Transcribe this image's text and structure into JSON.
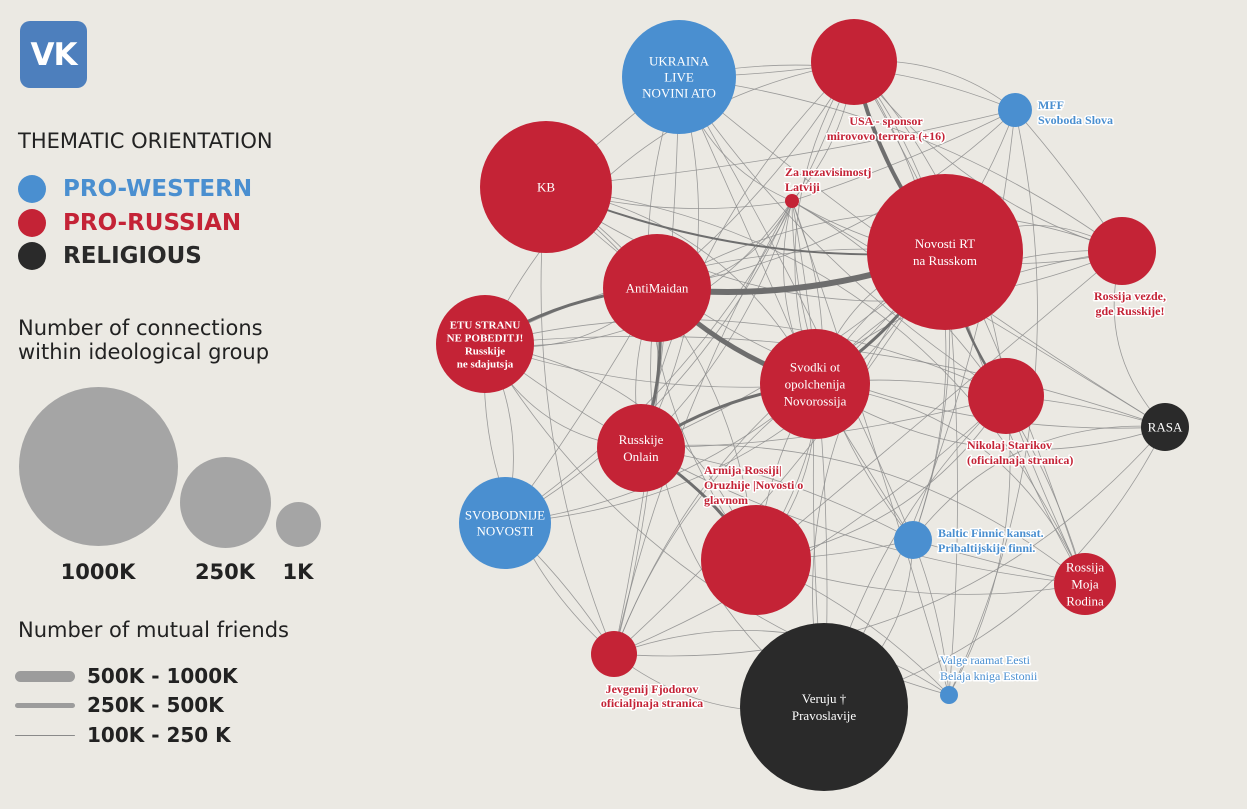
{
  "logo": {
    "text": "VK",
    "color": "#4d7fbd"
  },
  "legend": {
    "orientation_title": "THEMATIC ORIENTATION",
    "categories": [
      {
        "label": "PRO-WESTERN",
        "color": "#4a8fd0"
      },
      {
        "label": "PRO-RUSSIAN",
        "color": "#c42336"
      },
      {
        "label": "RELIGIOUS",
        "color": "#2a2a2a"
      }
    ],
    "size_title_line1": "Number of connections",
    "size_title_line2": "within ideological group",
    "size_labels": [
      "1000K",
      "250K",
      "1K"
    ],
    "friends_title": "Number of mutual friends",
    "friends_labels": [
      "500K - 1000K",
      "250K - 500K",
      "100K - 250 K"
    ]
  },
  "network": {
    "nodes": [
      {
        "id": "ukraina",
        "group": "pro-western",
        "label_inside": [
          "UKRAINA",
          "LIVE",
          "NOVINI ATO"
        ]
      },
      {
        "id": "usa",
        "group": "pro-russian",
        "label_outside": [
          "USA - sponsor",
          "mirovovo terrora (+16)"
        ]
      },
      {
        "id": "mff",
        "group": "pro-western",
        "label_outside": [
          "MFF",
          "Svoboda Slova"
        ]
      },
      {
        "id": "kb",
        "group": "pro-russian",
        "label_inside": [
          "KB"
        ]
      },
      {
        "id": "latviji",
        "group": "pro-russian",
        "label_outside": [
          "Za nezavisimostj",
          "Latviji"
        ]
      },
      {
        "id": "novosti-rt",
        "group": "pro-russian",
        "label_inside": [
          "Novosti RT",
          "na Russkom"
        ]
      },
      {
        "id": "rossija-vezde",
        "group": "pro-russian",
        "label_outside": [
          "Rossija vezde,",
          "gde Russkije!"
        ]
      },
      {
        "id": "antimaidan",
        "group": "pro-russian",
        "label_inside": [
          "AntiMaidan"
        ]
      },
      {
        "id": "etu-stranu",
        "group": "pro-russian",
        "label_inside": [
          "ETU STRANU",
          "NE POBEDITJ!",
          "Russkije",
          "ne sdajutsja"
        ]
      },
      {
        "id": "svodki",
        "group": "pro-russian",
        "label_inside": [
          "Svodki ot",
          "opolchenija",
          "Novorossija"
        ]
      },
      {
        "id": "starikov",
        "group": "pro-russian",
        "label_outside": [
          "Nikolaj Starikov",
          "(oficialnaja stranica)"
        ]
      },
      {
        "id": "rasa",
        "group": "religious",
        "label_inside": [
          "RASA"
        ]
      },
      {
        "id": "russkije-onlain",
        "group": "pro-russian",
        "label_inside": [
          "Russkije",
          "Onlain"
        ]
      },
      {
        "id": "armija",
        "group": "pro-russian",
        "label_outside": [
          "Armija Rossiji|",
          "Oruzhije |Novosti o",
          "glavnom"
        ]
      },
      {
        "id": "svobodnije",
        "group": "pro-western",
        "label_inside": [
          "SVOBODNIJE",
          "NOVOSTI"
        ]
      },
      {
        "id": "baltic",
        "group": "pro-western",
        "label_outside": [
          "Baltic Finnic kansat.",
          "Pribaltijskije finni."
        ]
      },
      {
        "id": "rossija-moja",
        "group": "pro-russian",
        "label_inside": [
          "Rossija",
          "Moja",
          "Rodina"
        ]
      },
      {
        "id": "jevgenij",
        "group": "pro-russian",
        "label_outside": [
          "Jevgenij Fjodorov",
          "oficialjnaja stranica"
        ]
      },
      {
        "id": "veruju",
        "group": "religious",
        "label_inside": [
          "Veruju †",
          "Pravoslavije"
        ]
      },
      {
        "id": "valge",
        "group": "pro-western",
        "label_outside": [
          "Valge raamat Eesti",
          "Belaja kniga Estonii"
        ]
      }
    ]
  }
}
